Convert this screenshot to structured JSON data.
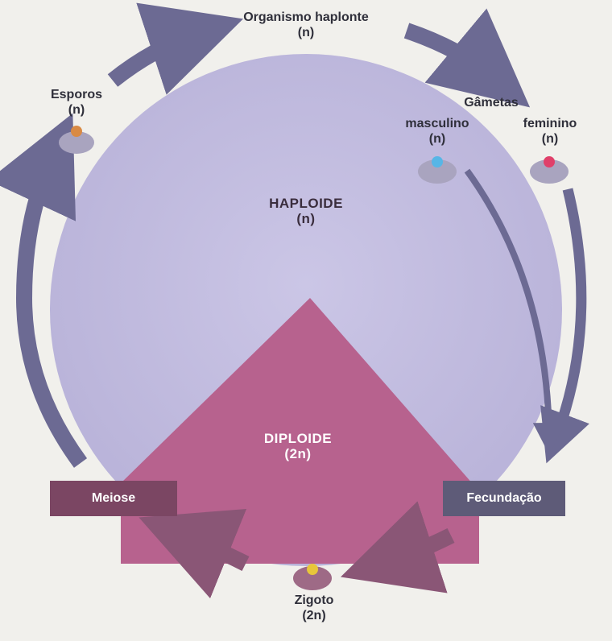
{
  "diagram": {
    "title_node": {
      "line1": "Organismo haplonte",
      "line2": "(n)"
    },
    "spores": {
      "line1": "Esporos",
      "line2": "(n)"
    },
    "gametes_title": "Gâmetas",
    "male": {
      "line1": "masculino",
      "line2": "(n)"
    },
    "female": {
      "line1": "feminino",
      "line2": "(n)"
    },
    "haploid": {
      "line1": "HAPLOIDE",
      "line2": "(n)"
    },
    "diploid": {
      "line1": "DIPLOIDE",
      "line2": "(2n)"
    },
    "meiosis": "Meiose",
    "fertilization": "Fecundação",
    "zygote": {
      "line1": "Zigoto",
      "line2": "(2n)"
    }
  },
  "colors": {
    "haploid_disc": "#c3bddf",
    "diploid_triangle": "#b7628e",
    "arrow": "#6c6a93",
    "meiosis_box": "#7b4663",
    "fertilization_box": "#5e5b78",
    "lower_arrow": "#8a5676",
    "spore_dot": "#d98a44",
    "male_dot": "#57b6e6",
    "female_dot": "#e0406a",
    "zygote_dot": "#e8c63a"
  }
}
